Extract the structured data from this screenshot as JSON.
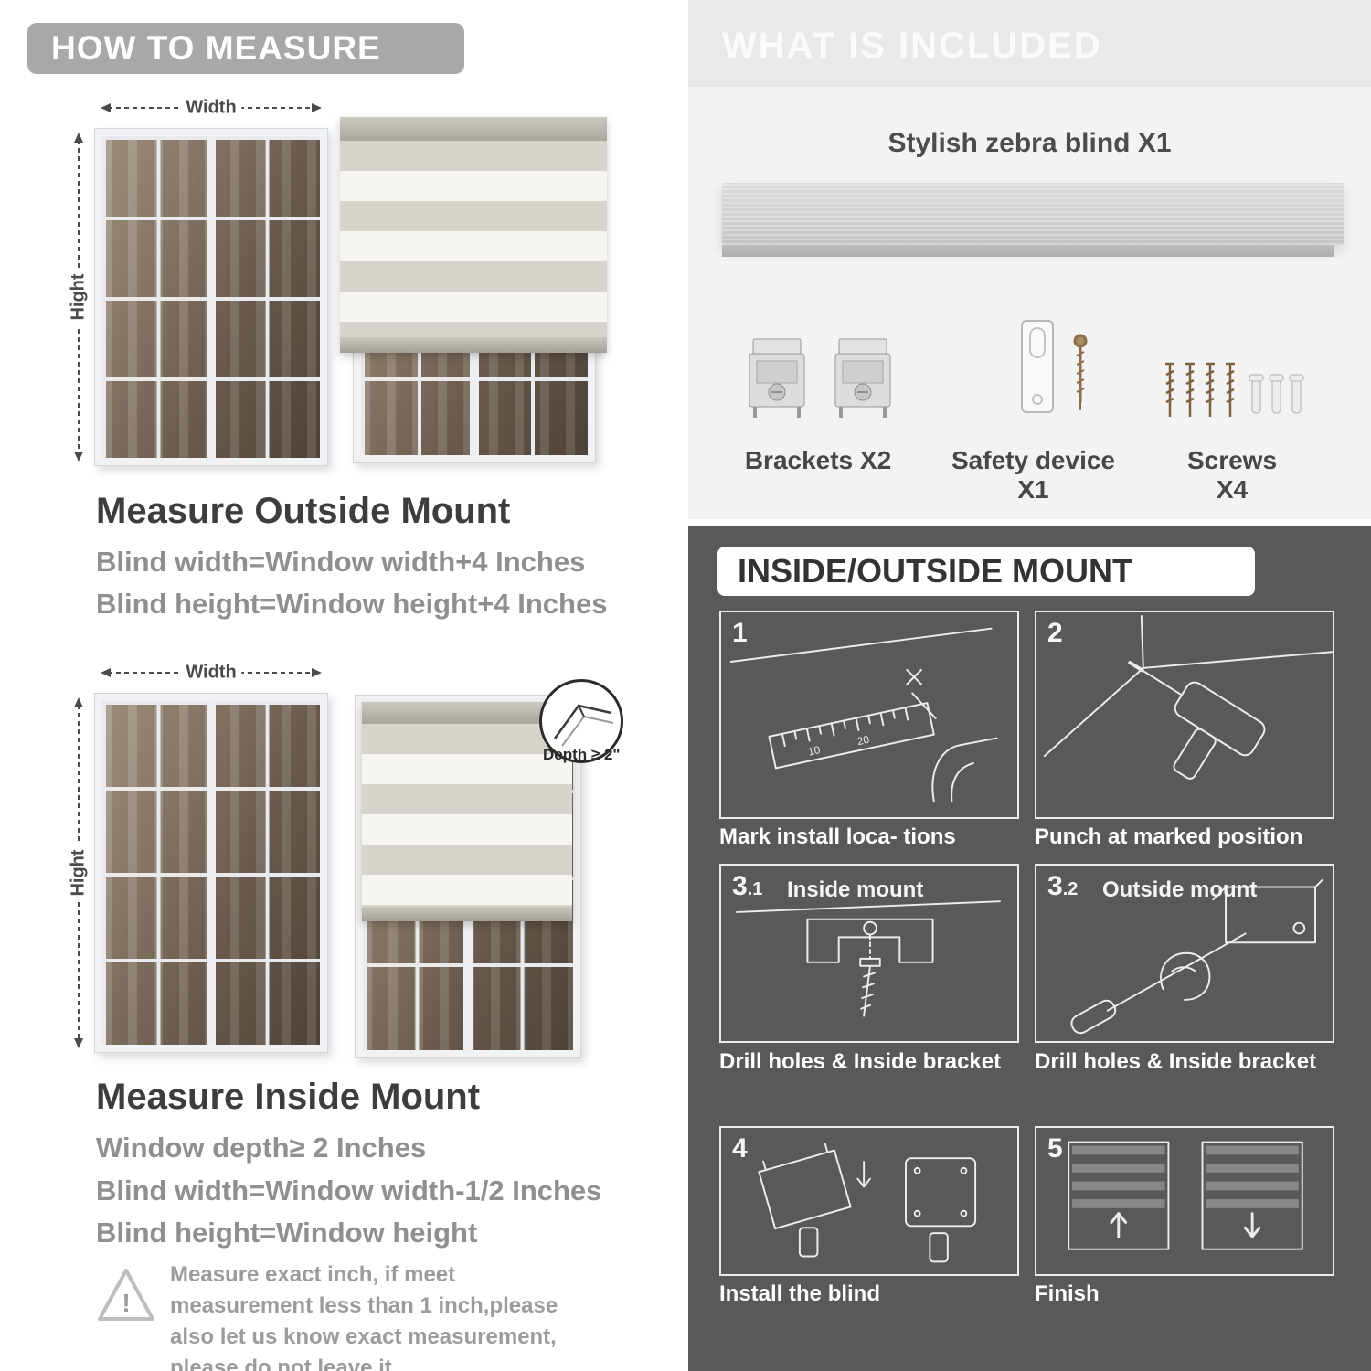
{
  "left": {
    "header": "HOW TO MEASURE",
    "outside": {
      "title": "Measure Outside Mount",
      "formula1": "Blind width=Window width+4 Inches",
      "formula2": "Blind height=Window height+4 Inches",
      "width_label": "Width",
      "height_label": "Hight"
    },
    "inside": {
      "title": "Measure Inside Mount",
      "formula1": "Window depth≥ 2 Inches",
      "formula2": "Blind width=Window width-1/2 Inches",
      "formula3": "Blind height=Window height",
      "width_label": "Width",
      "height_label": "Hight",
      "depth_label": "Depth ≥ 2\""
    },
    "warning": {
      "mark": "!",
      "text": "Measure exact inch, if meet measurement less than 1 inch,please also let us know exact measurement, please do not leave it"
    }
  },
  "right": {
    "included": {
      "header": "WHAT IS INCLUDED",
      "blind_label": "Stylish zebra blind X1",
      "item1": "Brackets X2",
      "item2": "Safety device X1",
      "item3": "Screws X4"
    },
    "mount": {
      "header": "INSIDE/OUTSIDE MOUNT",
      "steps": [
        {
          "num": "1",
          "sub": "",
          "inner": "",
          "caption": "Mark install loca- tions"
        },
        {
          "num": "2",
          "sub": "",
          "inner": "",
          "caption": "Punch at  marked position"
        },
        {
          "num": "3",
          "sub": ".1",
          "inner": "Inside mount",
          "caption": "Drill holes &  Inside bracket"
        },
        {
          "num": "3",
          "sub": ".2",
          "inner": "Outside mount",
          "caption": "Drill holes &  Inside bracket"
        },
        {
          "num": "4",
          "sub": "",
          "inner": "",
          "caption": "Install the blind"
        },
        {
          "num": "5",
          "sub": "",
          "inner": "",
          "caption": "Finish"
        }
      ]
    }
  }
}
